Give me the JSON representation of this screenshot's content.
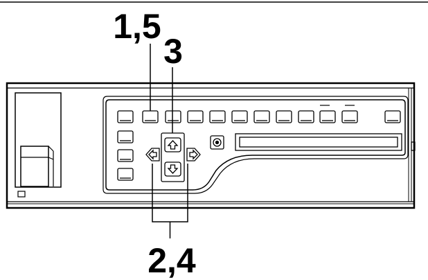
{
  "callouts": {
    "step_1_5": "1,5",
    "step_3": "3",
    "step_2_4": "2,4"
  },
  "icons": {
    "up_button": "up-arrow-icon",
    "down_button": "down-arrow-icon",
    "left_button": "left-arrow-icon",
    "right_button": "right-arrow-icon",
    "jog_knob": "round-knob-icon"
  },
  "colors": {
    "line": "#000000",
    "background": "#ffffff",
    "button_fill": "#ffffff"
  }
}
